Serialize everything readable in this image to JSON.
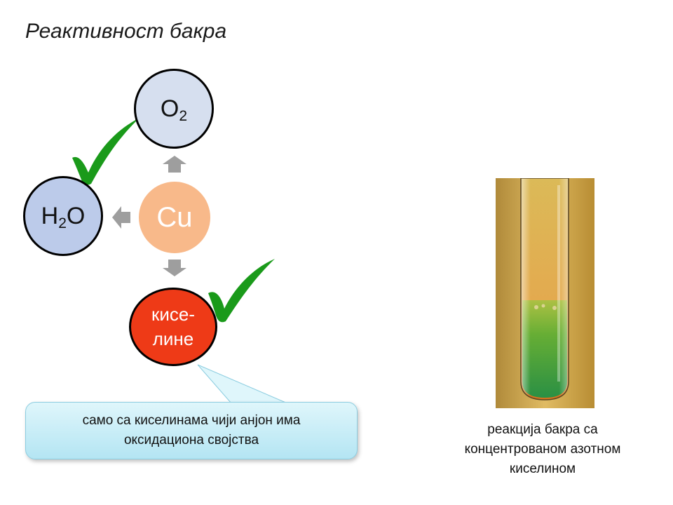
{
  "title": "Реактивност бакра",
  "nodes": {
    "center": {
      "label": "Cu"
    },
    "oxygen": {
      "main": "O",
      "sub": "2"
    },
    "water": {
      "main": "H",
      "sub": "2",
      "tail": "O"
    },
    "acids": {
      "line1": "кисе-",
      "line2": "лине"
    }
  },
  "callout": {
    "line1": "само са киселинама чији анјон има",
    "line2": "оксидациона својства"
  },
  "caption": {
    "line1": "реакција бакра са",
    "line2": "концентрованом азотном",
    "line3": "киселином"
  },
  "colors": {
    "center": "#f8b98a",
    "oxygen": "#d6dfef",
    "water": "#bccbea",
    "acids": "#ee3a17",
    "arrow": "#9e9e9e",
    "check": "#1a9a1a",
    "callout": "#b4e5f3"
  },
  "icons": {
    "arrows": "arrow-icon",
    "checkmarks": "checkmark-icon"
  }
}
